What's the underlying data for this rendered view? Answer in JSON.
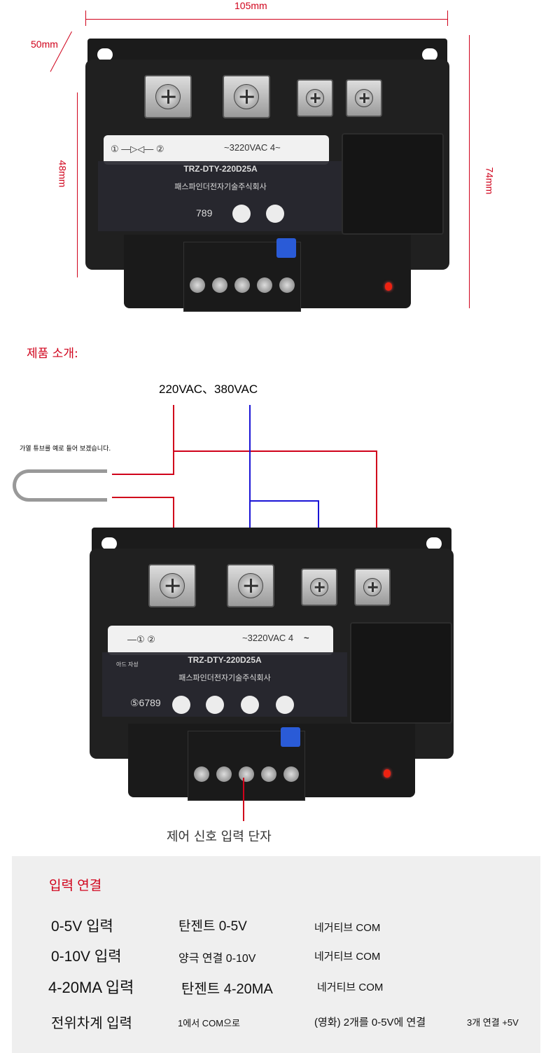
{
  "dimensions": {
    "width": "105mm",
    "depth": "50mm",
    "height": "48mm",
    "length": "74mm"
  },
  "relay": {
    "label_left": "① —▷◁— ②",
    "label_voltage": "~3220VAC 4~",
    "model": "TRZ-DTY-220D25A",
    "company": "패스파인더전자기술주식회사",
    "pins": "789"
  },
  "relay2": {
    "label_left": "—① ②",
    "label_voltage": "~3220VAC 4",
    "label_tilde": "~",
    "side_text": "아드 자성",
    "model": "TRZ-DTY-220D25A",
    "company": "패스파인더전자기술주식회사",
    "pins": "⑤6789"
  },
  "intro_title": "제품 소개:",
  "supply_label": "220VAC、380VAC",
  "heater_note": "가열 튜브를 예로 들어 보겠습니다.",
  "control_terminal_label": "제어 신호 입력 단자",
  "input": {
    "title": "입력 연결",
    "rows": [
      {
        "name": "0-5V 입력",
        "positive": "탄젠트 0-5V",
        "negative": "네거티브 COM"
      },
      {
        "name": "0-10V 입력",
        "positive": "양극 연결 0-10V",
        "negative": "네거티브 COM"
      },
      {
        "name": "4-20MA 입력",
        "positive": "탄젠트 4-20MA",
        "negative": "네거티브 COM"
      }
    ],
    "pot": {
      "name": "전위차계 입력",
      "c1": "1에서 COM으로",
      "c2": "(영화) 2개를 0-5V에 연결",
      "c3": "3개 연결 +5V"
    }
  },
  "colors": {
    "red": "#d0021b",
    "blue": "#1a14d6"
  }
}
